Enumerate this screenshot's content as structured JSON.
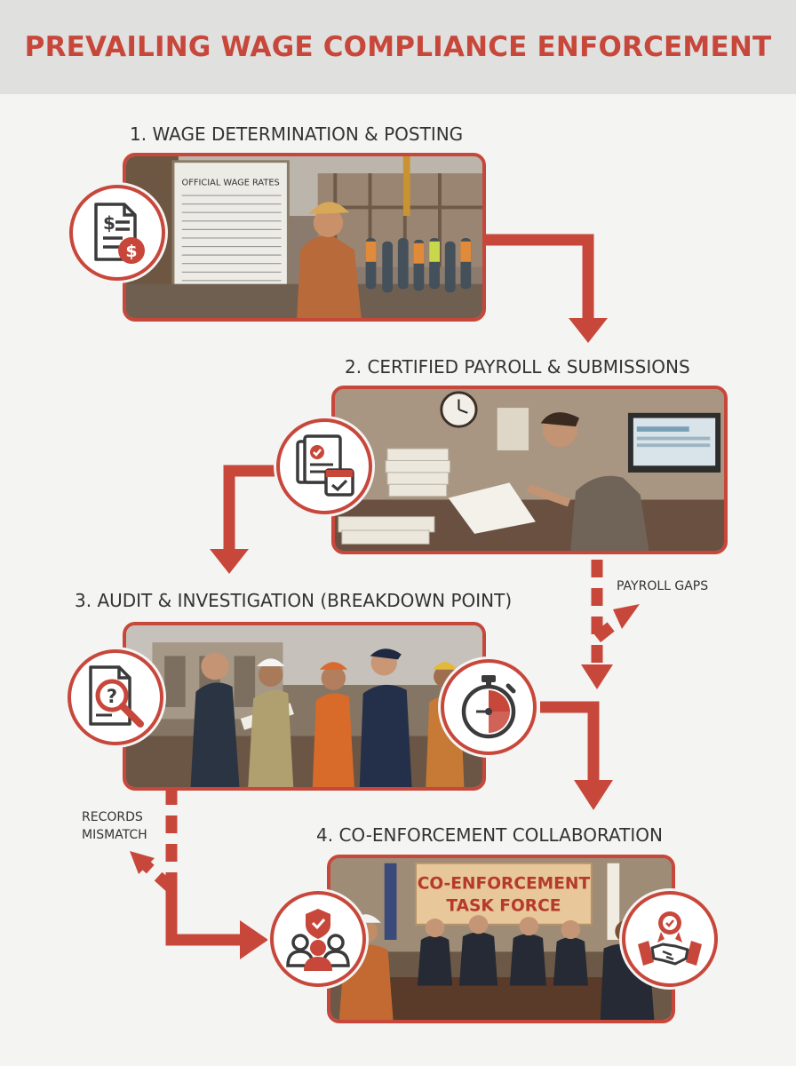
{
  "title": "PREVAILING WAGE COMPLIANCE ENFORCEMENT",
  "steps": [
    {
      "label": "1. WAGE DETERMINATION & POSTING",
      "icon": "wage-document-icon"
    },
    {
      "label": "2. CERTIFIED PAYROLL & SUBMISSIONS",
      "icon": "payroll-checklist-icon"
    },
    {
      "label": "3. AUDIT & INVESTIGATION (BREAKDOWN POINT)",
      "icon": "document-search-icon"
    },
    {
      "label": "4. CO-ENFORCEMENT COLLABORATION",
      "icon": "team-shield-icon"
    }
  ],
  "secondary_icons": [
    "stopwatch-icon",
    "handshake-badge-icon"
  ],
  "notes": {
    "payroll_gaps": "PAYROLL GAPS",
    "records_mismatch": "RECORDS MISMATCH"
  },
  "photo_text": {
    "poster_heading": "OFFICIAL WAGE RATES",
    "banner_line1": "CO-ENFORCEMENT",
    "banner_line2": "TASK FORCE"
  },
  "colors": {
    "accent": "#c8473b",
    "background": "#f4f4f3",
    "header_band": "#e0e0df"
  }
}
